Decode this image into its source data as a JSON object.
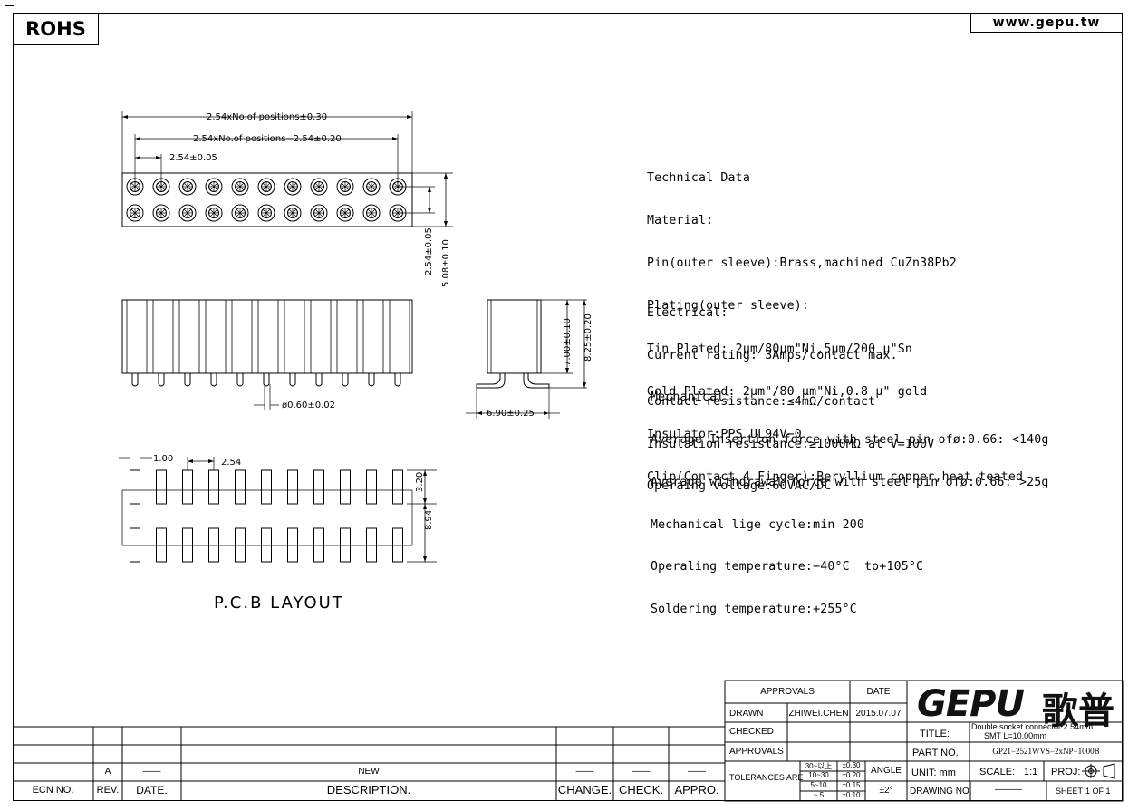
{
  "header": {
    "rohs": "ROHS",
    "website": "www.gepu.tw"
  },
  "dimensions": {
    "overall_length": "2.54xNo.of positions±0.30",
    "pin_span": "2.54xNo.of positions−2.54±0.20",
    "pitch": "2.54±0.05",
    "row_pitch": "2.54±0.05",
    "overall_width": "5.08±0.10",
    "pin_diameter": "ø0.60±0.02",
    "body_height": "7.00±0.10",
    "total_height": "8.25±0.20",
    "foot_span": "6.90±0.25",
    "pad_width": "1.00",
    "pad_pitch": "2.54",
    "pad_length": "3.20",
    "pad_span": "8.94"
  },
  "pcb_label": "P.C.B  LAYOUT",
  "technical_data": {
    "heading": "Technical Data",
    "material": [
      "Material:",
      "Pin(outer sleeve):Brass,machined CuZn38Pb2",
      "Plating(outer sleeve):",
      "Tin Plated: 2μm/80μm\"Ni,5μm/200 μ\"Sn",
      "Gold Plated: 2μm\"/80 μm\"Ni,0.8 μ\" gold",
      "Insulator:PPS UL94V−0",
      "Clip(Contact 4 Finger):Beryllium copper,heat teated"
    ],
    "electrical": [
      "Electrical:",
      "Current rating: 3Amps/contact max.",
      "Contact resistance:≤4mΩ/contact",
      "Insulation resistance:≥1000MΩ at V=100V",
      "Operaing voltage:60VAC/DC"
    ],
    "mechanical": [
      "Mechanical:",
      "Average Insertion force with steel pin ofø:0.66: <140g",
      "Average withdrawal force with steel pin ofø:0.66: >25g",
      "Mechanical lige cycle:min 200",
      "Operaling temperature:−40°C  to+105°C",
      "Soldering temperature:+255°C"
    ]
  },
  "revision_table": {
    "row": {
      "rev": "A",
      "description": "NEW",
      "date": "——",
      "change": "——",
      "check": "——",
      "appro": "——"
    },
    "headers": {
      "ecn": "ECN NO.",
      "rev": "REV.",
      "date": "DATE.",
      "description": "DESCRIPTION.",
      "change": "CHANGE.",
      "check": "CHECK.",
      "appro": "APPRO."
    }
  },
  "title_block": {
    "approvals_head": "APPROVALS",
    "date_head": "DATE",
    "drawn_label": "DRAWN",
    "drawn_by": "ZHIWEI.CHEN",
    "drawn_date": "2015.07.07",
    "checked_label": "CHECKED",
    "approvals_label": "APPROVALS",
    "tolerances_label": "TOLERANCES ARE",
    "tolerances": [
      {
        "range": "30~以上",
        "tol": "±0.30"
      },
      {
        "range": "10~30",
        "tol": "±0.20"
      },
      {
        "range": "5~10",
        "tol": "±0.15"
      },
      {
        "range": "~ 5",
        "tol": "±0.10"
      }
    ],
    "angle_label": "ANGLE",
    "angle_value": "±2°",
    "logo": "GEPU",
    "logo_cn": "歌普",
    "title_label": "TITLE:",
    "title_line1": "Double socket connector 2.54mm",
    "title_line2": "SMT  L=10.00mm",
    "part_label": "PART NO.",
    "part_no": "GP21−2521WVS−2xNP−1000B",
    "unit": "UNIT: mm",
    "scale_label": "SCALE:",
    "scale_value": "1:1",
    "proj_label": "PROJ:",
    "drawing_label": "DRAWING NO.",
    "drawing_value": "———",
    "sheet_label": "SHEET",
    "sheet_value": "1  OF  1"
  }
}
